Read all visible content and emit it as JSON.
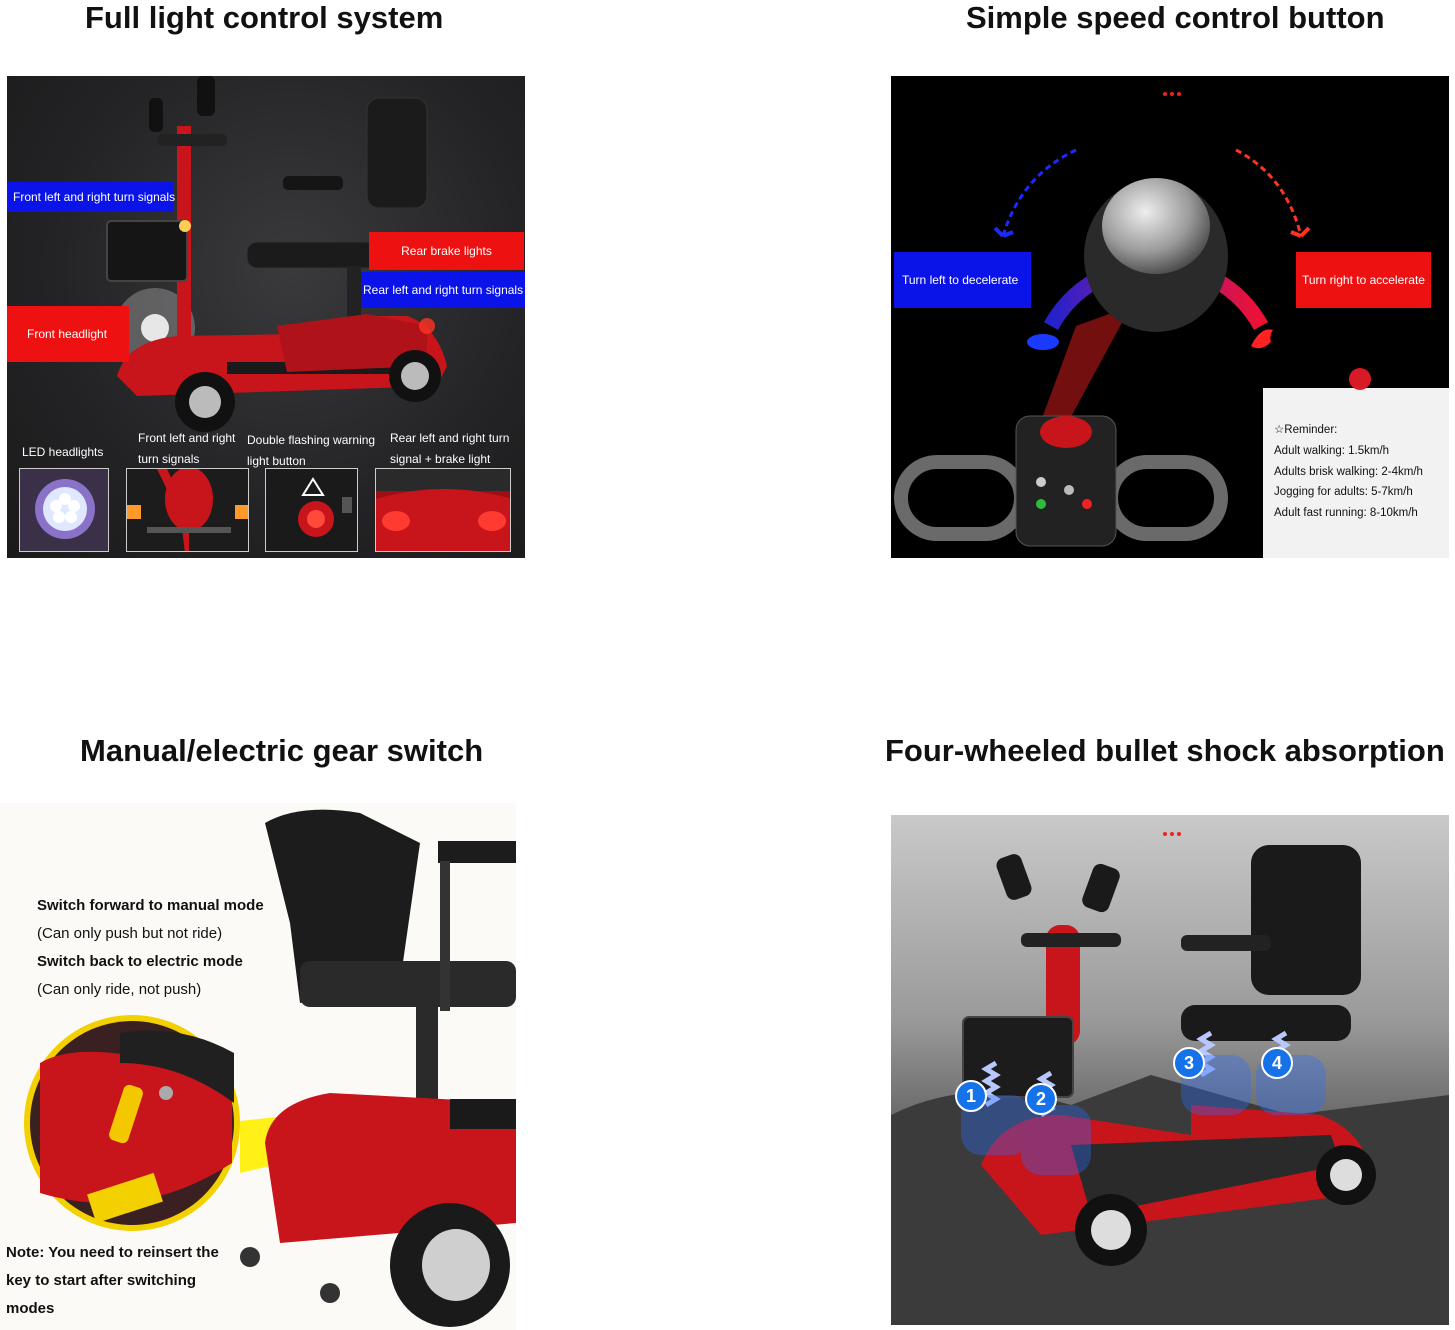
{
  "headings": {
    "top_left": "Full light control system",
    "top_right": "Simple speed control button",
    "bottom_left": "Manual/electric gear switch",
    "bottom_right": "Four-wheeled bullet shock absorption"
  },
  "panel1": {
    "tags": {
      "front_turn": "Front left and right turn signals",
      "rear_brake": "Rear brake lights",
      "rear_turn": "Rear left and right turn signals",
      "front_headlight": "Front headlight"
    },
    "captions": {
      "led": "LED headlights",
      "front_turn_l1": "Front left and right",
      "front_turn_l2": "turn signals",
      "double_l1": "Double flashing warning",
      "double_l2": "light button",
      "rear_l1": "Rear left and right turn",
      "rear_l2": "signal + brake light"
    }
  },
  "panel2": {
    "decelerate": "Turn left to decelerate",
    "accelerate": "Turn right to accelerate",
    "note": {
      "title": "☆Reminder:",
      "lines": [
        "Adult walking: 1.5km/h",
        "Adults brisk walking: 2-4km/h",
        "Jogging for adults: 5-7km/h",
        "Adult fast running: 8-10km/h"
      ]
    }
  },
  "panel3": {
    "line1": "Switch forward to manual mode",
    "line2": "(Can only push but not ride)",
    "line3": "Switch back to electric mode",
    "line4": "(Can only ride, not push)",
    "note_l1": "Note: You need to reinsert the",
    "note_l2": "key to start after switching",
    "note_l3": "modes"
  },
  "panel4": {
    "badges": [
      "1",
      "2",
      "3",
      "4"
    ]
  },
  "colors": {
    "tag_blue": "#0b14e8",
    "tag_red": "#ee1111",
    "scooter_red": "#c8141b",
    "badge_blue": "#1572e8"
  }
}
